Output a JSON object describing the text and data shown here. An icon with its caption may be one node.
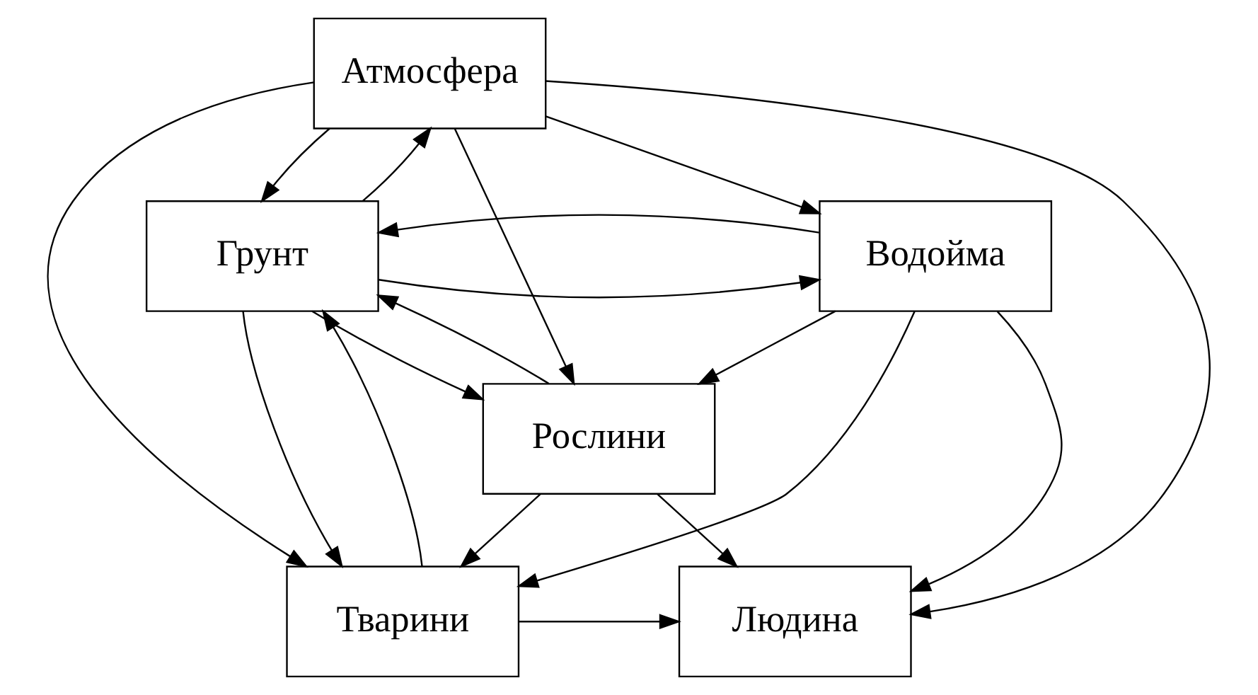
{
  "diagram": {
    "nodes": [
      {
        "text": [
          "Атмосфера"
        ]
      },
      {
        "text": [
          "Грунт"
        ]
      },
      {
        "text": [
          "Водойма"
        ]
      },
      {
        "text": [
          "Рослини"
        ]
      },
      {
        "text": [
          "Тварини"
        ]
      },
      {
        "text": [
          "Людина"
        ]
      }
    ],
    "edges": [
      {
        "from": 0,
        "to": 1,
        "arrow": "to"
      },
      {
        "from": 1,
        "to": 0,
        "arrow": "to"
      },
      {
        "from": 0,
        "to": 2,
        "arrow": "to"
      },
      {
        "from": 0,
        "to": 3,
        "arrow": "to"
      },
      {
        "from": 0,
        "to": 4,
        "arrow": "to"
      },
      {
        "from": 0,
        "to": 5,
        "arrow": "to"
      },
      {
        "from": 1,
        "to": 2,
        "arrow": "to"
      },
      {
        "from": 2,
        "to": 1,
        "arrow": "to"
      },
      {
        "from": 1,
        "to": 3,
        "arrow": "to"
      },
      {
        "from": 3,
        "to": 1,
        "arrow": "to"
      },
      {
        "from": 2,
        "to": 3,
        "arrow": "to"
      },
      {
        "from": 2,
        "to": 4,
        "arrow": "to"
      },
      {
        "from": 2,
        "to": 5,
        "arrow": "to"
      },
      {
        "from": 3,
        "to": 4,
        "arrow": "to"
      },
      {
        "from": 3,
        "to": 5,
        "arrow": "to"
      },
      {
        "from": 1,
        "to": 4,
        "arrow": "to"
      },
      {
        "from": 4,
        "to": 1,
        "arrow": "to"
      },
      {
        "from": 4,
        "to": 5,
        "arrow": "to"
      }
    ]
  }
}
